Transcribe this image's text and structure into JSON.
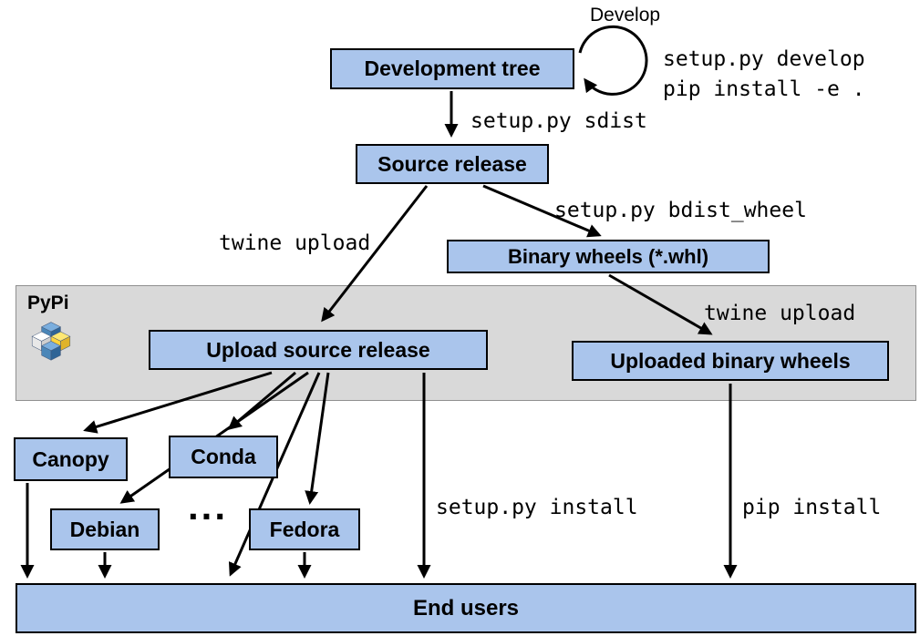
{
  "diagram": {
    "nodes": {
      "development_tree": "Development tree",
      "source_release": "Source release",
      "binary_wheels": "Binary wheels (*.whl)",
      "upload_source_release": "Upload source release",
      "uploaded_binary_wheels": "Uploaded binary wheels",
      "canopy": "Canopy",
      "conda": "Conda",
      "debian": "Debian",
      "fedora": "Fedora",
      "end_users": "End users"
    },
    "labels": {
      "develop": "Develop",
      "develop_cmd_line1": "setup.py develop",
      "develop_cmd_line2": "pip install -e .",
      "sdist": "setup.py sdist",
      "twine_upload_left": "twine upload",
      "bdist_wheel": "setup.py bdist_wheel",
      "twine_upload_right": "twine upload",
      "pypi": "PyPi",
      "dots": "...",
      "setup_install": "setup.py install",
      "pip_install": "pip install"
    },
    "colors": {
      "node_fill": "#aac5ec",
      "node_border": "#000000",
      "band_fill": "#d9d9d9",
      "band_border": "#909090",
      "arrow": "#000000"
    }
  }
}
